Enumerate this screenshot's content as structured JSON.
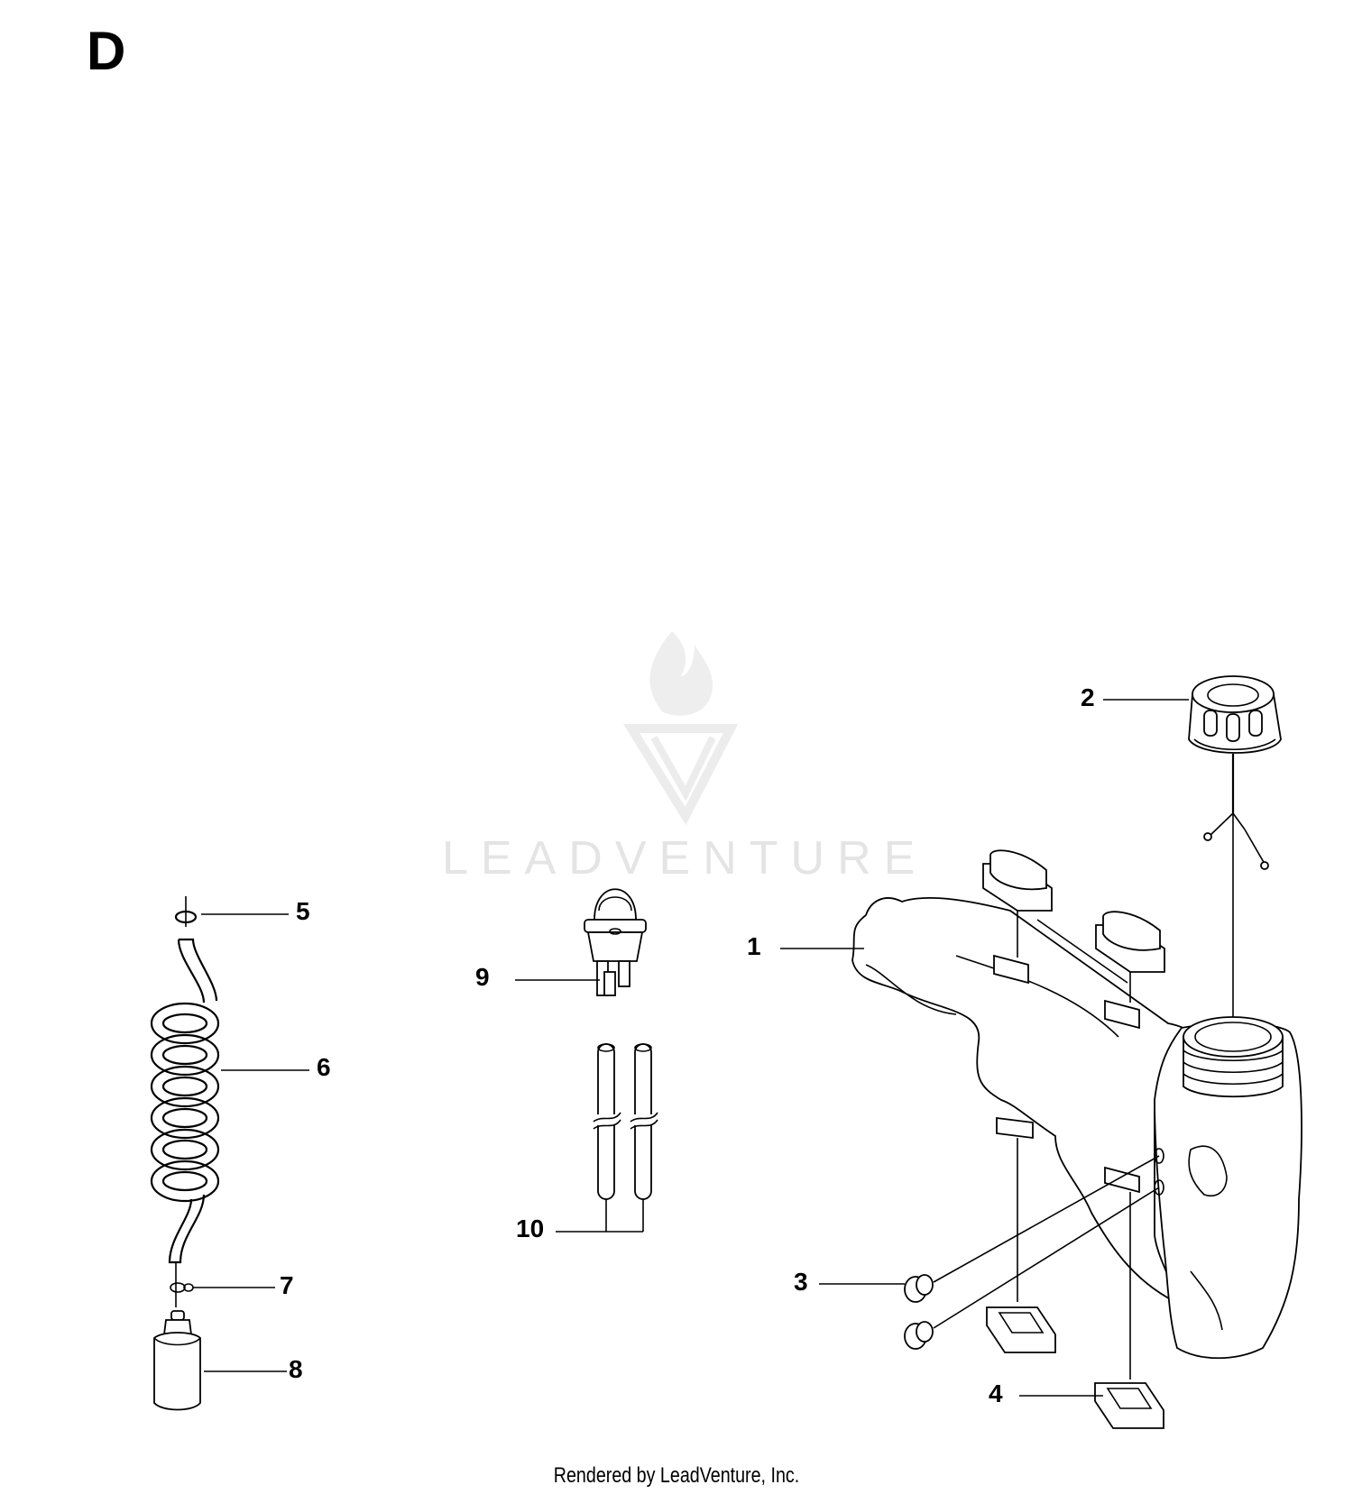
{
  "section": "D",
  "watermark": {
    "text": "LEADVENTURE"
  },
  "callouts": [
    {
      "id": "1",
      "label": "1"
    },
    {
      "id": "2",
      "label": "2"
    },
    {
      "id": "3",
      "label": "3"
    },
    {
      "id": "4",
      "label": "4"
    },
    {
      "id": "5",
      "label": "5"
    },
    {
      "id": "6",
      "label": "6"
    },
    {
      "id": "7",
      "label": "7"
    },
    {
      "id": "8",
      "label": "8"
    },
    {
      "id": "9",
      "label": "9"
    },
    {
      "id": "10",
      "label": "10"
    }
  ],
  "footer": "Rendered by LeadVenture, Inc."
}
